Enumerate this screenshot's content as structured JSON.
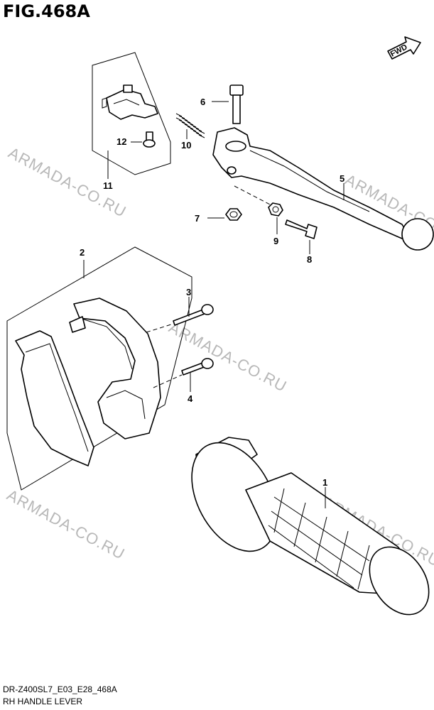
{
  "figure_title": "FIG.468A",
  "model_code": "DR-Z400SL7_E03_E28_468A",
  "caption": "RH HANDLE LEVER",
  "fwd_label": "FWD",
  "watermark": "ARMADA-CO.RU",
  "callouts": [
    "1",
    "2",
    "3",
    "4",
    "5",
    "6",
    "7",
    "8",
    "9",
    "10",
    "11",
    "12"
  ]
}
